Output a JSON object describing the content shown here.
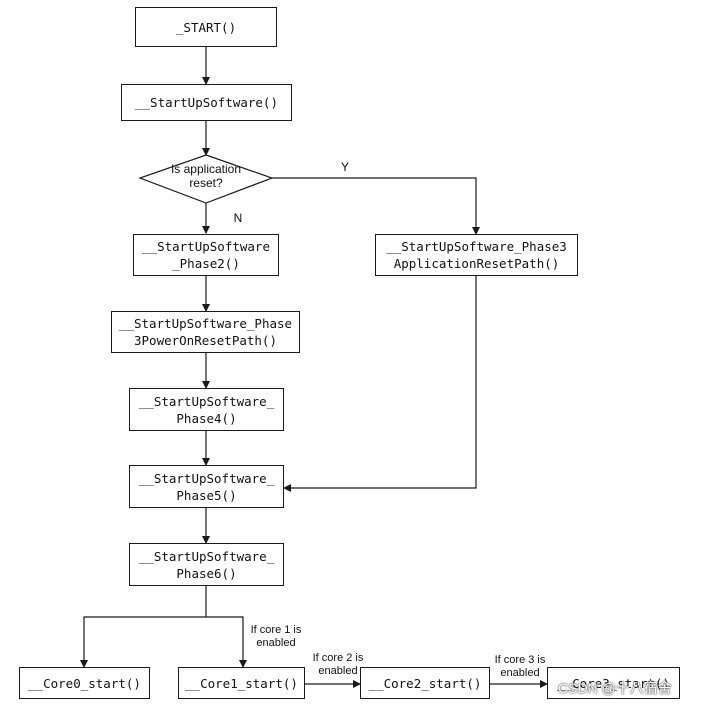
{
  "diagram": {
    "nodes": {
      "start": "_START()",
      "startup_software": "__StartUpSoftware()",
      "decision": "Is application\nreset?",
      "phase2": "__StartUpSoftware\n_Phase2()",
      "phase3_app_reset": "__StartUpSoftware_Phase3\nApplicationResetPath()",
      "phase3_power_on": "__StartUpSoftware_Phase\n3PowerOnResetPath()",
      "phase4": "__StartUpSoftware_\nPhase4()",
      "phase5": "__StartUpSoftware_\nPhase5()",
      "phase6": "__StartUpSoftware_\nPhase6()",
      "core0": "__Core0_start()",
      "core1": "__Core1_start()",
      "core2": "__Core2_start()",
      "core3": "__Core3_start()"
    },
    "edge_labels": {
      "yes": "Y",
      "no": "N",
      "if_core1": "If core 1 is\nenabled",
      "if_core2": "If core 2 is\nenabled",
      "if_core3": "If core 3 is\nenabled"
    },
    "watermark": "CSDN @十八宿舍"
  }
}
